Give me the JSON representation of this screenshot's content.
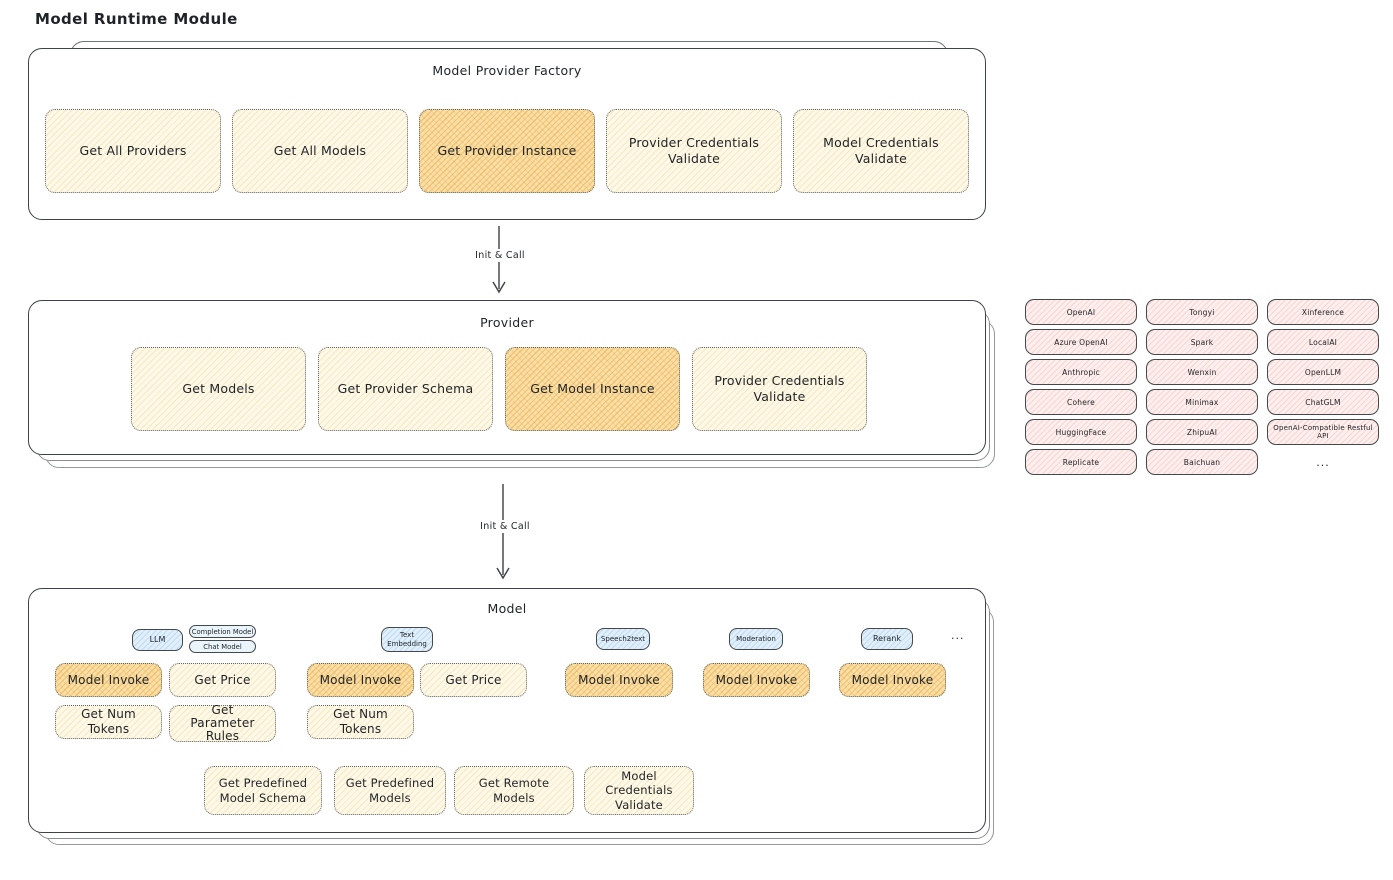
{
  "title": "Model Runtime Module",
  "arrows": {
    "init_call_1": "Init & Call",
    "init_call_2": "Init & Call"
  },
  "factory": {
    "title": "Model Provider Factory",
    "items": [
      "Get All Providers",
      "Get All Models",
      "Get Provider Instance",
      "Provider Credentials Validate",
      "Model Credentials Validate"
    ]
  },
  "provider": {
    "title": "Provider",
    "items": [
      "Get Models",
      "Get Provider Schema",
      "Get Model Instance",
      "Provider Credentials Validate"
    ]
  },
  "provider_grid": {
    "items": [
      "OpenAI",
      "Tongyi",
      "Xinference",
      "Azure OpenAI",
      "Spark",
      "LocalAI",
      "Anthropic",
      "Wenxin",
      "OpenLLM",
      "Cohere",
      "Minimax",
      "ChatGLM",
      "HuggingFace",
      "ZhipuAI",
      "OpenAI-Compatible Restful API",
      "Replicate",
      "Baichuan",
      "..."
    ]
  },
  "model": {
    "title": "Model",
    "tags": {
      "llm": "LLM",
      "completion": "Completion Model",
      "chat": "Chat Model",
      "embedding": "Text Embedding",
      "speech": "Speech2text",
      "moderation": "Moderation",
      "rerank": "Rerank",
      "more": "..."
    },
    "llm": {
      "invoke": "Model Invoke",
      "price": "Get Price",
      "tokens": "Get Num Tokens",
      "rules": "Get Parameter Rules"
    },
    "embedding": {
      "invoke": "Model Invoke",
      "price": "Get Price",
      "tokens": "Get Num Tokens"
    },
    "speech": {
      "invoke": "Model Invoke"
    },
    "moderation": {
      "invoke": "Model Invoke"
    },
    "rerank": {
      "invoke": "Model Invoke"
    },
    "bottom": [
      "Get Predefined Model Schema",
      "Get Predefined Models",
      "Get Remote Models",
      "Model Credentials Validate"
    ]
  },
  "colors": {
    "highlight_fill": "#f9e0a8",
    "soft_fill": "#fdf8e7",
    "provider_fill": "#fdefed",
    "tag_fill": "#e0eff9",
    "border_dark": "#3d4348"
  }
}
